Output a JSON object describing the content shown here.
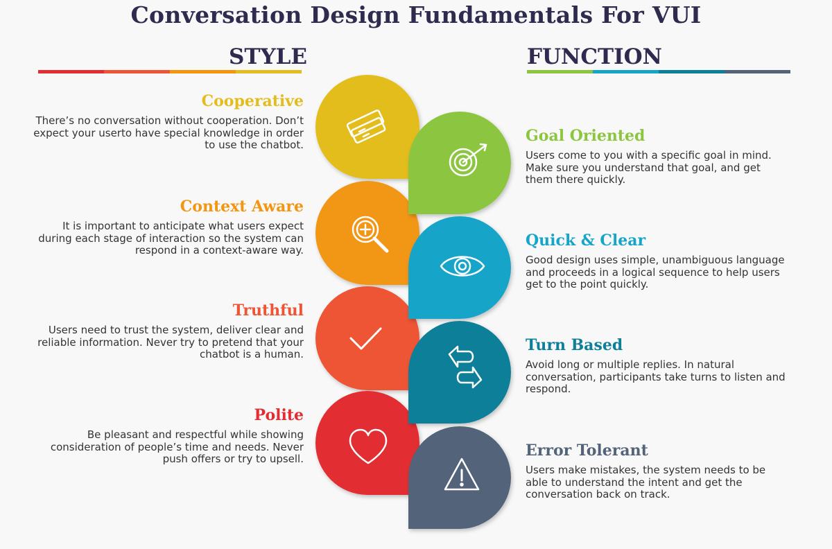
{
  "title": "Conversation Design Fundamentals For VUI",
  "style_heading": "STYLE",
  "function_heading": "FUNCTION",
  "colors": {
    "title": "#2e2b4f",
    "cooperative": "#e3bd1f",
    "context_aware": "#f29612",
    "truthful": "#ee5535",
    "polite": "#e22d33",
    "goal_oriented": "#8cc63f",
    "quick_clear": "#14a5c9",
    "turn_based": "#0e7f98",
    "error_tolerant": "#53637a"
  },
  "style_items": [
    {
      "title": "Cooperative",
      "description": "There’s no conversation without cooperation. Don’t expect your userto have special knowledge in order to use the chatbot.",
      "color": "#e3bd1f",
      "icon": "handshake-icon"
    },
    {
      "title": "Context Aware",
      "description": "It is important to anticipate what users expect during each stage of interaction so the system can respond in a context-aware way.",
      "color": "#f29612",
      "icon": "magnifier-plus-icon"
    },
    {
      "title": "Truthful",
      "description": "Users need to trust the system, deliver clear and reliable information. Never try to pretend that your chatbot is a human.",
      "color": "#ee5535",
      "icon": "checkmark-icon"
    },
    {
      "title": "Polite",
      "description": "Be pleasant and respectful while showing consideration of people’s time and needs. Never push offers or try to upsell.",
      "color": "#e22d33",
      "icon": "heart-icon"
    }
  ],
  "function_items": [
    {
      "title": "Goal Oriented",
      "description": "Users come to you with a specific goal in mind. Make sure you understand that goal, and get them there quickly.",
      "color": "#8cc63f",
      "icon": "target-icon"
    },
    {
      "title": "Quick & Clear",
      "description": "Good design uses simple, unambiguous language and proceeds in a logical sequence to help users get to the point quickly.",
      "color": "#14a5c9",
      "icon": "eye-icon"
    },
    {
      "title": "Turn Based",
      "description": "Avoid long or multiple replies. In natural conversation, participants take turns to listen and respond.",
      "color": "#0e7f98",
      "icon": "turn-arrows-icon"
    },
    {
      "title": "Error Tolerant",
      "description": "Users make mistakes, the system needs to be able to understand the intent and get the conversation back on track.",
      "color": "#53637a",
      "icon": "warning-icon"
    }
  ]
}
